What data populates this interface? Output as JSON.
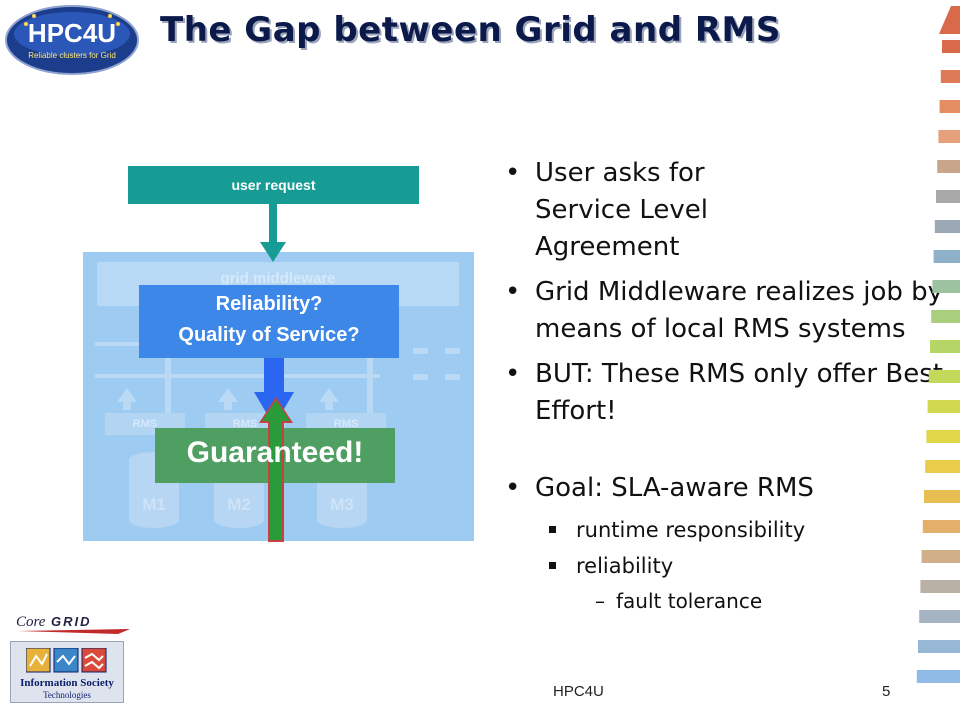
{
  "logo": {
    "text_big": "HPC4U",
    "text_small": "Reliable clusters for Grid"
  },
  "title": "The Gap between Grid and RMS",
  "diagram": {
    "user_request": "user request",
    "middleware_label": "grid middleware",
    "question_line1": "Reliability?",
    "question_line2": "Quality of Service?",
    "rms_labels": [
      "RMS",
      "RMS",
      "RMS"
    ],
    "machines": [
      "M1",
      "M2",
      "M3"
    ],
    "guaranteed": "Guaranteed!"
  },
  "bullets": {
    "b1": "User asks for Service Level Agreement",
    "b2": "Grid Middleware realizes job by means of local RMS systems",
    "b3": "BUT: These RMS only offer Best Effort!",
    "b4": "Goal: SLA-aware RMS",
    "sub1": "runtime responsibility",
    "sub2": "reliability",
    "subsub1": "fault tolerance"
  },
  "footer": {
    "center": "HPC4U",
    "page": "5"
  },
  "coregrid": {
    "core": "Core",
    "grid": "GRID"
  },
  "ist": {
    "line1": "Information Society",
    "line2": "Technologies"
  },
  "colors": {
    "title": "#0b1a4a",
    "teal": "#169c94",
    "blue_box": "#3d87e8",
    "green": "#4f9e62",
    "diagram_bg": "#9ecbf2"
  }
}
